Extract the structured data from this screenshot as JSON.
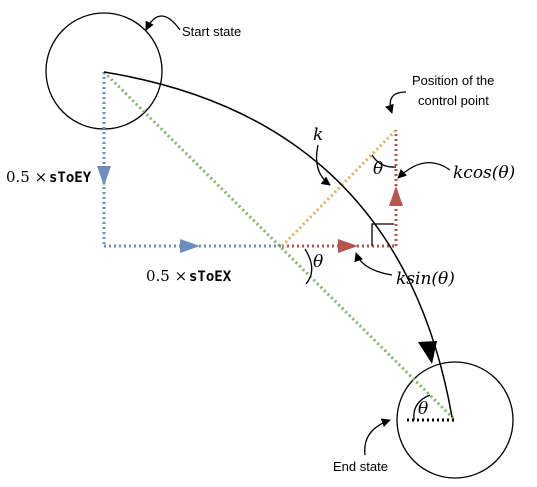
{
  "labels": {
    "start_state": "Start state",
    "end_state": "End state",
    "control_point_line1": "Position of the",
    "control_point_line2": "control point",
    "k": "k",
    "kcos": "kcos(θ)",
    "ksin": "ksin(θ)",
    "theta_control": "θ",
    "theta_mid": "θ",
    "theta_end": "θ",
    "sToEY_coef": "0.5 ×",
    "sToEY_var": "sToEY",
    "sToEX_coef": "0.5 ×",
    "sToEX_var": "sToEX"
  },
  "colors": {
    "blue": "#6c8ebf",
    "red": "#b85450",
    "green": "#82b366",
    "yellow": "#d6b656",
    "black": "#000000"
  }
}
